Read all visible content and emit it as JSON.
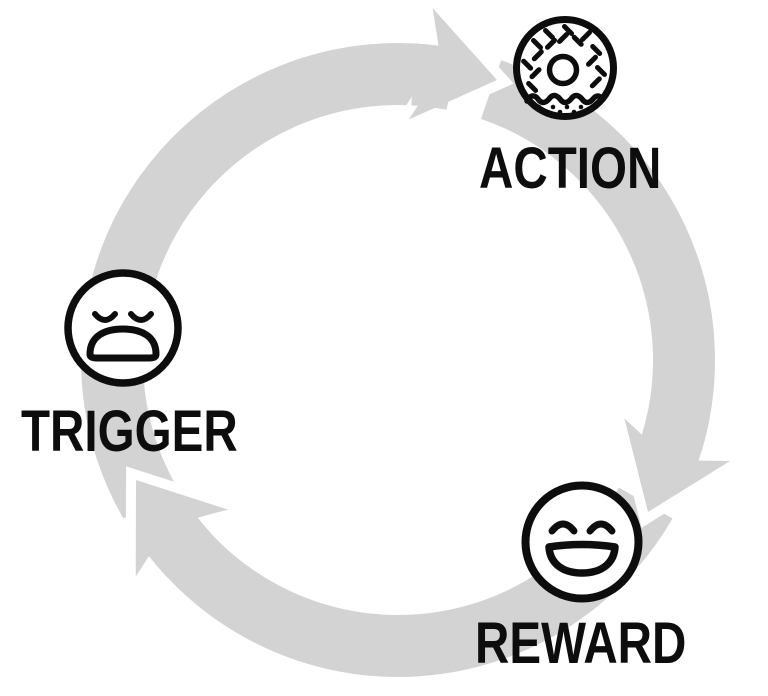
{
  "diagram": {
    "type": "cycle",
    "direction": "clockwise",
    "nodes": [
      {
        "id": "trigger",
        "label": "TRIGGER",
        "icon": "sad-face-icon",
        "position": "left"
      },
      {
        "id": "action",
        "label": "ACTION",
        "icon": "donut-icon",
        "position": "top-right"
      },
      {
        "id": "reward",
        "label": "REWARD",
        "icon": "happy-face-icon",
        "position": "bottom-right"
      }
    ],
    "flow": [
      "TRIGGER",
      "ACTION",
      "REWARD",
      "TRIGGER"
    ],
    "colors": {
      "arrow_gray": "#d3d3d3",
      "ink_black": "#0d0d0d",
      "background": "#ffffff"
    }
  }
}
